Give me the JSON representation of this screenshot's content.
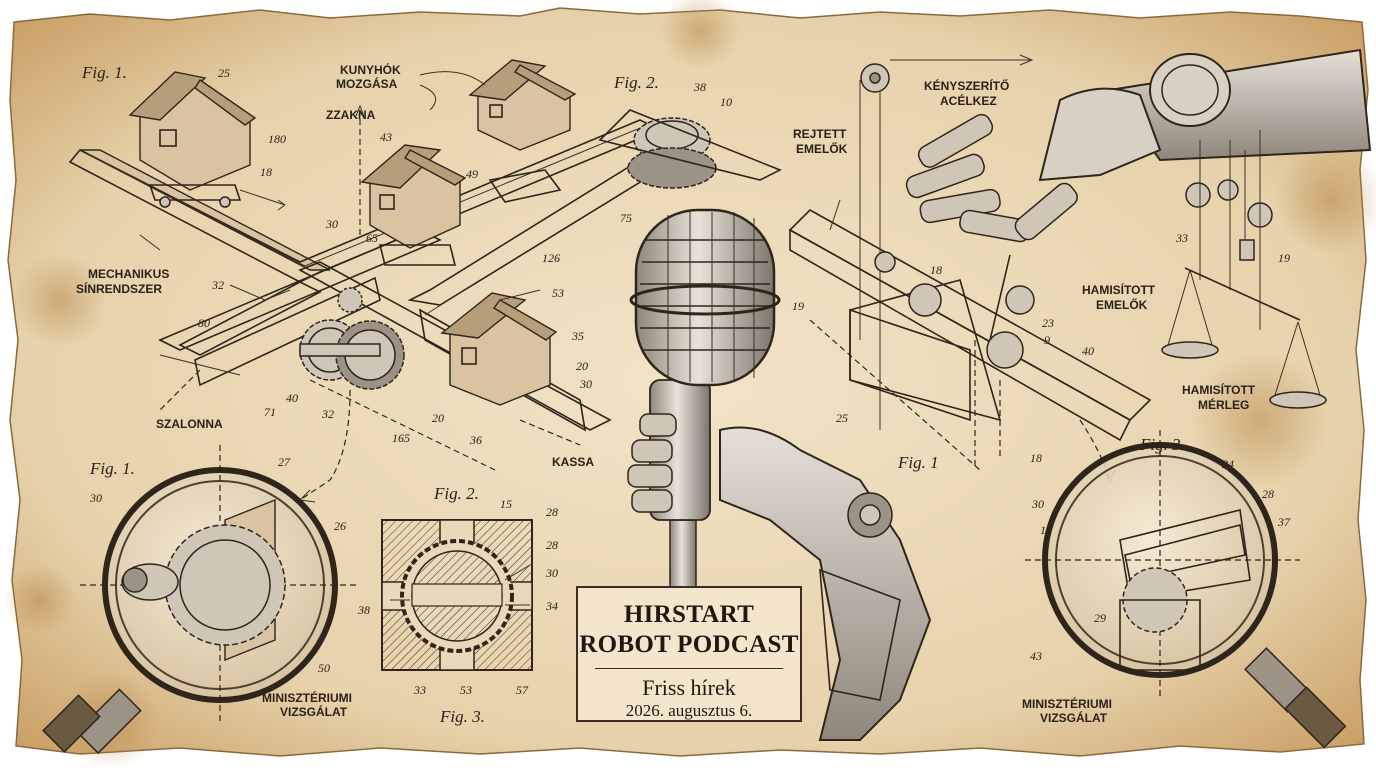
{
  "title": {
    "line1": "HIRSTART",
    "line2": "ROBOT PODCAST",
    "subtitle": "Friss hírek",
    "date": "2026. augusztus 6."
  },
  "labels": {
    "kunyhok_1": "KUNYHÓK",
    "kunyhok_2": "MOZGÁSA",
    "zzakna": "ZZAKNA",
    "mech_1": "MECHANIKUS",
    "mech_2": "SÍNRENDSZER",
    "szalonna": "SZALONNA",
    "kassa": "KASSA",
    "minisz_left_1": "MINISZTÉRIUMI",
    "minisz_left_2": "VIZSGÁLAT",
    "kenyszerito_1": "KÉNYSZERÍTŐ",
    "kenyszerito_2": "ACÉLKEZ",
    "rejtett_1": "REJTETT",
    "rejtett_2": "EMELŐK",
    "hamis_emelo_1": "HAMISÍTOTT",
    "hamis_emelo_2": "EMELŐK",
    "hamis_merleg_1": "HAMISÍTOTT",
    "hamis_merleg_2": "MÉRLEG",
    "minisz_right_1": "MINISZTÉRIUMI",
    "minisz_right_2": "VIZSGÁLAT"
  },
  "figures": {
    "fig1_top": "Fig. 1.",
    "fig2_top": "Fig. 2.",
    "fig1_left": "Fig. 1.",
    "fig2_center": "Fig. 2.",
    "fig3_center": "Fig. 3.",
    "fig1_right": "Fig. 1",
    "fig3_right": "Fig. 3."
  },
  "numbers": {
    "n25a": "25",
    "n180": "180",
    "n18a": "18",
    "n43": "43",
    "n49": "49",
    "n30a": "30",
    "n65": "65",
    "n38a": "38",
    "n10": "10",
    "n75": "75",
    "n126": "126",
    "n32a": "32",
    "n80": "80",
    "n53a": "53",
    "n35": "35",
    "n20a": "20",
    "n30b": "30",
    "n20b": "20",
    "n36": "36",
    "n40a": "40",
    "n71": "71",
    "n32b": "32",
    "n165": "165",
    "n27": "27",
    "n30c": "30",
    "n26": "26",
    "n50": "50",
    "n15a": "15",
    "n28a": "28",
    "n28b": "28",
    "n30d": "30",
    "n38b": "38",
    "n34": "34",
    "n33a": "33",
    "n53b": "53",
    "n57": "57",
    "n19a": "19",
    "n18b": "18",
    "n23": "23",
    "n9": "9",
    "n40b": "40",
    "n25b": "25",
    "n18c": "18",
    "n33b": "33",
    "n19b": "19",
    "n24": "24",
    "n28c": "28",
    "n37": "37",
    "n30e": "30",
    "n15b": "15",
    "n29": "29",
    "n43b": "43"
  },
  "colors": {
    "paper": "#ecdcbb",
    "paper_stain": "#c79c5c",
    "ink": "#2e251b",
    "title_bg": "#f3e6cc"
  }
}
